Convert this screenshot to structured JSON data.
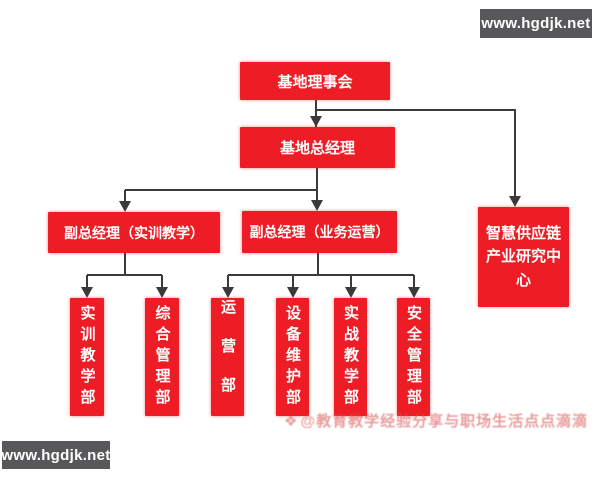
{
  "watermarks": {
    "top_right": {
      "label": "www.hgdjk.net"
    },
    "bottom_left": {
      "label": "www.hgdjk.net"
    },
    "center_bottom": {
      "logo": "❖",
      "label": "@教育教学经验分享与职场生活点点滴滴"
    }
  },
  "colors": {
    "box_red": "#ee1c25",
    "box_text": "#ffffff",
    "connector": "#3a3a3a",
    "watermark_bg": "#58585b",
    "watermark_text": "#ffffff",
    "center_watermark_text": "#db4a4a"
  },
  "chart": {
    "type": "org-chart",
    "root": {
      "label": "基地理事会"
    },
    "general_manager": {
      "label": "基地总经理"
    },
    "deputies": [
      {
        "label": "副总经理（实训教学）"
      },
      {
        "label": "副总经理（业务运营）"
      }
    ],
    "research_center": {
      "label": "智慧供应链产业研究中心"
    },
    "departments_training": [
      {
        "label": "实训教学部"
      },
      {
        "label": "综合管理部"
      }
    ],
    "departments_operations": [
      {
        "label": "运营部"
      },
      {
        "label": "设备维护部"
      },
      {
        "label": "实战教学部"
      },
      {
        "label": "安全管理部"
      }
    ]
  }
}
